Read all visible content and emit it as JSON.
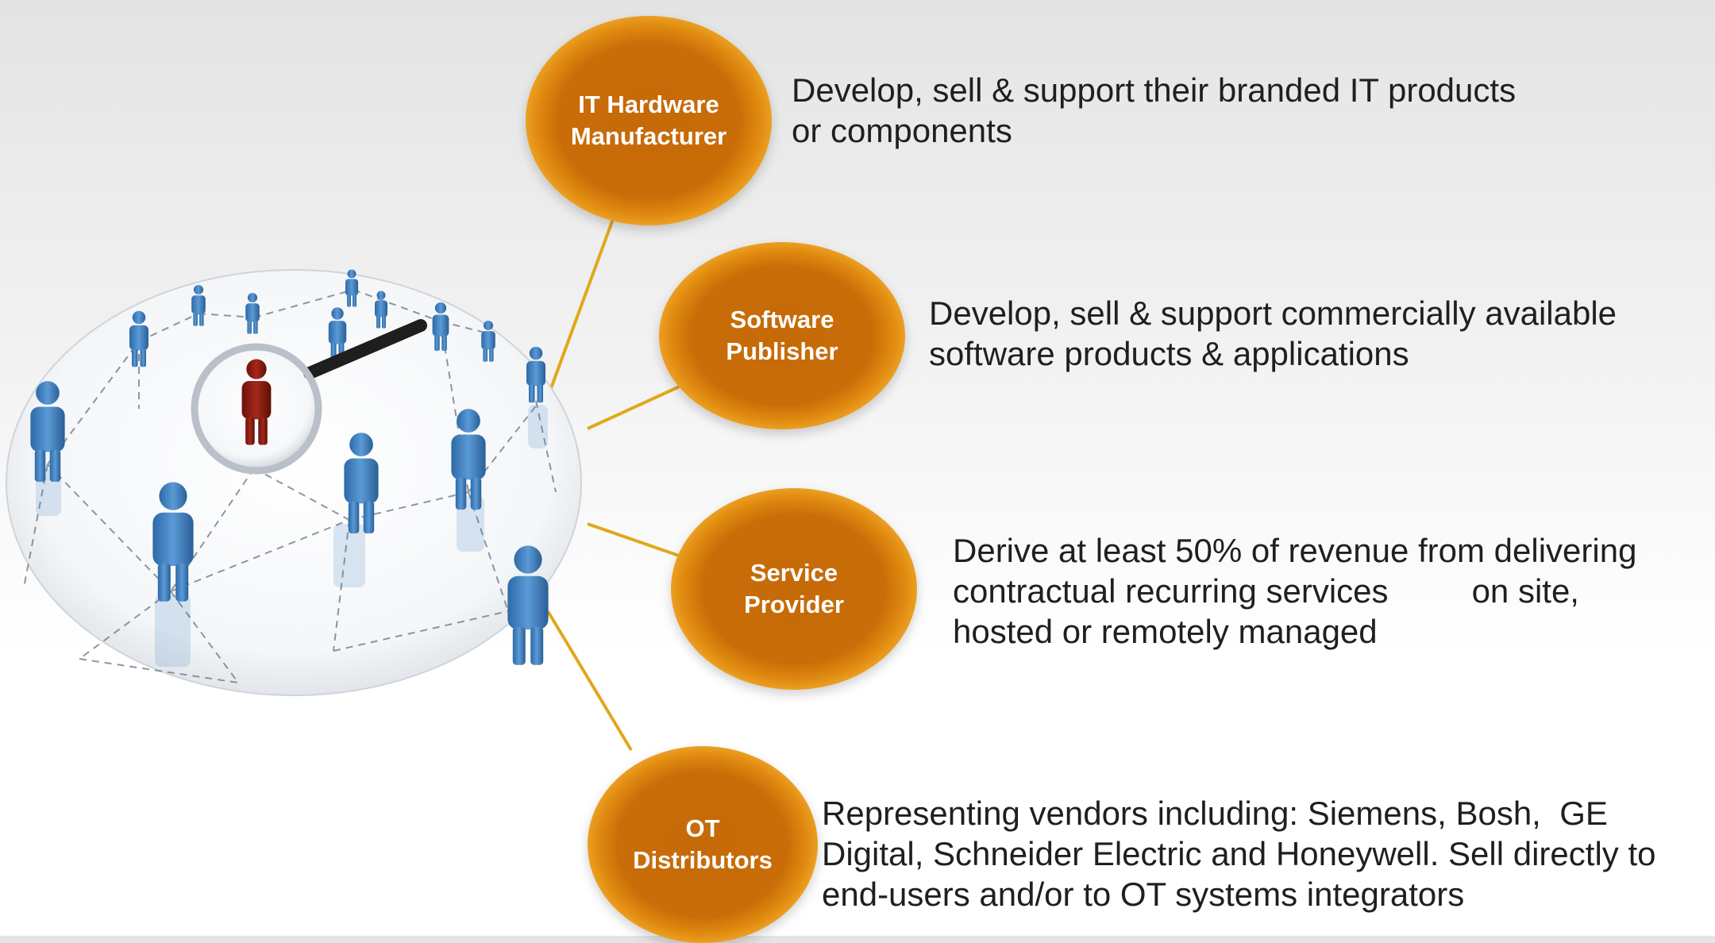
{
  "nodes": [
    {
      "id": "it-hardware",
      "label": "IT Hardware\nManufacturer",
      "description": "Develop, sell & support their branded IT products\nor components"
    },
    {
      "id": "software-publisher",
      "label": "Software\nPublisher",
      "description": "Develop, sell & support commercially available\nsoftware products & applications"
    },
    {
      "id": "service-provider",
      "label": "Service\nProvider",
      "description": "Derive at least 50% of revenue from delivering\ncontractual recurring services         on site,\nhosted or remotely managed"
    },
    {
      "id": "ot-distributors",
      "label": "OT\nDistributors",
      "description": "Representing vendors including: Siemens, Bosh,  GE\nDigital, Schneider Electric and Honeywell. Sell directly to\nend-users and/or to OT systems integrators"
    }
  ],
  "colors": {
    "bubble_core": "#c96d08",
    "bubble_rim": "#f9c84a",
    "connector": "#e0a81c",
    "text": "#1f1f1f",
    "person_blue": "#3f7fc0",
    "person_red": "#8a1a10"
  },
  "icons": {
    "hero": "people-network-magnifier-icon"
  }
}
